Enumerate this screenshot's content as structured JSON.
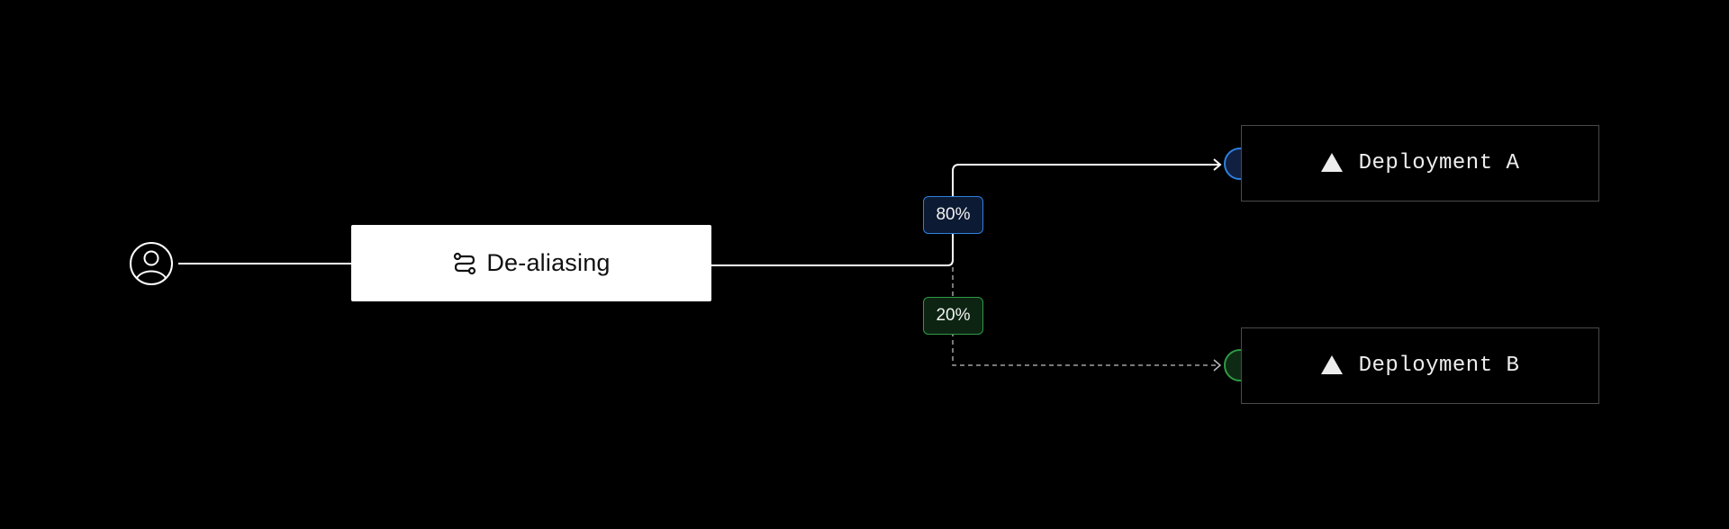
{
  "diagram": {
    "source": {
      "icon": "user-icon"
    },
    "router": {
      "label": "De-aliasing",
      "icon": "route-icon"
    },
    "routes": [
      {
        "percent_label": "80%",
        "target": "Deployment A",
        "style": "solid",
        "accent": "#2f7fe0",
        "fill": "#0c1a33"
      },
      {
        "percent_label": "20%",
        "target": "Deployment B",
        "style": "dashed",
        "accent": "#2f9a45",
        "fill": "#0d2412"
      }
    ],
    "deployments": [
      {
        "label": "Deployment A",
        "icon": "triangle-icon"
      },
      {
        "label": "Deployment B",
        "icon": "triangle-icon"
      }
    ]
  }
}
